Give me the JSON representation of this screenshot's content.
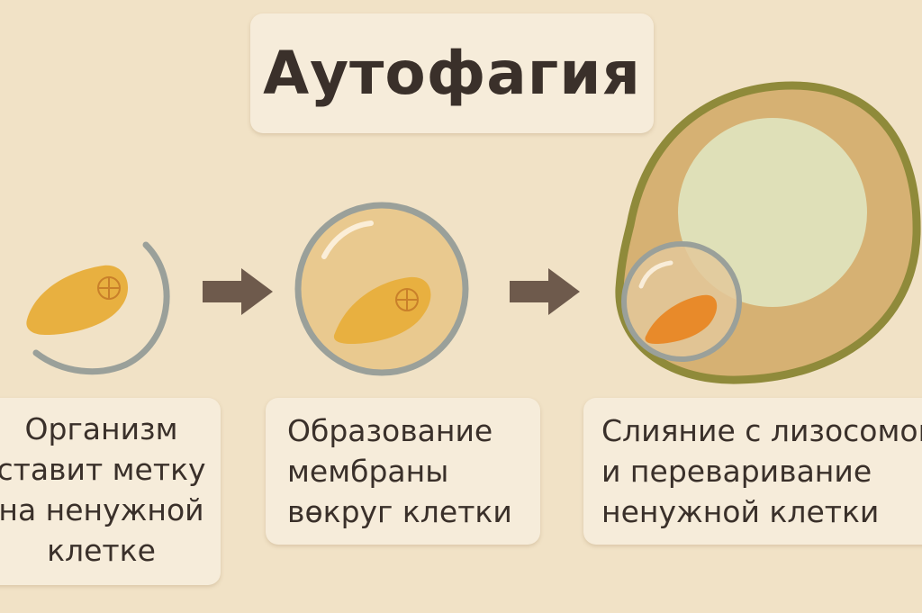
{
  "title": "Аутофагия",
  "steps": [
    {
      "lines": [
        "Организм",
        "ставит метку",
        "на ненужной",
        "клетке"
      ]
    },
    {
      "lines": [
        "Образование",
        "мембраны",
        "вөкруг клетки"
      ]
    },
    {
      "lines": [
        "Слияние с лизосомой",
        "и переваривание",
        "ненужной клетки"
      ]
    }
  ],
  "colors": {
    "background": "#f1e2c6",
    "organelle": "#e8b040",
    "membrane": "#9aa09a",
    "lysosome_outer": "#8f8a3a",
    "lysosome_fill": "#d6b173",
    "lysosome_inner": "#dfe0b8",
    "arrow": "#6e5a4c"
  }
}
